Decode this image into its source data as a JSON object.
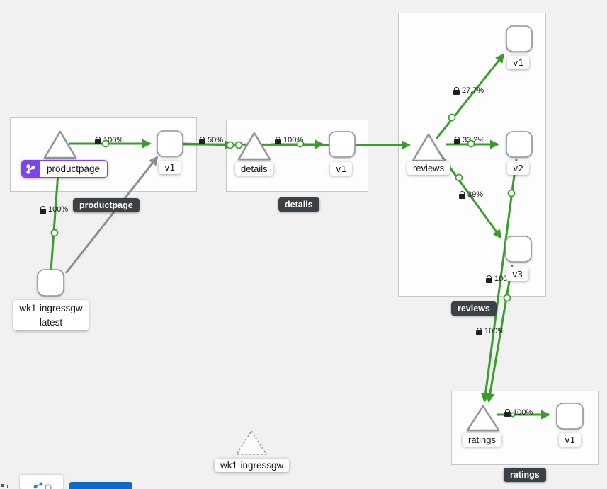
{
  "app": {
    "view": "service-mesh-traffic-graph"
  },
  "colors": {
    "edge_green": "#3a9c2d",
    "edge_gray": "#8b8d8f",
    "node_border": "#8f959c",
    "group_border": "#c5c6c8",
    "virtual_service_purple": "#7b44f0",
    "badge_bg": "#3c4146",
    "primary_button_blue": "#0d6bc8",
    "canvas_bg": "#f1f1f2"
  },
  "badges": [
    "productpage",
    "details",
    "reviews",
    "ratings"
  ],
  "nodes": [
    {
      "id": "productpage-service",
      "label": "productpage"
    },
    {
      "id": "productpage-v1",
      "label": "v1"
    },
    {
      "id": "details-service",
      "label": "details"
    },
    {
      "id": "details-v1",
      "label": "v1"
    },
    {
      "id": "reviews-service",
      "label": "reviews"
    },
    {
      "id": "reviews-v1",
      "label": "v1"
    },
    {
      "id": "reviews-v2",
      "label": "v2"
    },
    {
      "id": "reviews-v3",
      "label": "v3"
    },
    {
      "id": "ratings-service",
      "label": "ratings"
    },
    {
      "id": "ratings-v1",
      "label": "v1"
    },
    {
      "id": "ingress-workload",
      "label": "wk1-ingressgw",
      "version": "latest"
    },
    {
      "id": "ingress-service",
      "label": "wk1-ingressgw"
    }
  ],
  "edges": [
    {
      "id": "ingress-to-productpage",
      "label": "100%"
    },
    {
      "id": "productpage-to-v1",
      "label": "100%"
    },
    {
      "id": "productpage-v1-to-details",
      "label": "50%"
    },
    {
      "id": "details-to-v1",
      "label": "100%"
    },
    {
      "id": "reviews-to-v1",
      "label": "27.7%"
    },
    {
      "id": "reviews-to-v2",
      "label": "33.2%"
    },
    {
      "id": "reviews-to-v3",
      "label": "39%"
    },
    {
      "id": "reviews-v2-to-ratings",
      "label": "100%"
    },
    {
      "id": "reviews-v3-to-ratings",
      "label": "100%"
    },
    {
      "id": "ratings-to-v1",
      "label": "100%"
    }
  ]
}
